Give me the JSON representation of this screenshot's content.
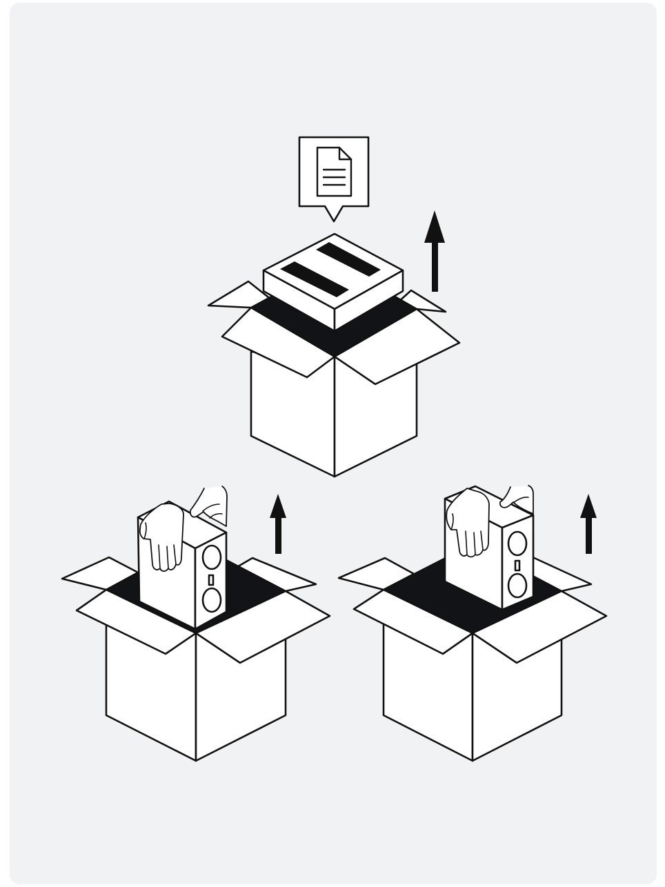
{
  "colors": {
    "background": "#f1f2f4",
    "outline": "#111111",
    "box_fill": "#ffffff",
    "box_interior": "#111316"
  },
  "icons": {
    "document": "document-icon",
    "arrow": "arrow-up-icon"
  },
  "steps": [
    {
      "object": "accessory-box",
      "direction": "up"
    },
    {
      "object": "speaker-left",
      "direction": "up"
    },
    {
      "object": "speaker-right",
      "direction": "up"
    }
  ]
}
